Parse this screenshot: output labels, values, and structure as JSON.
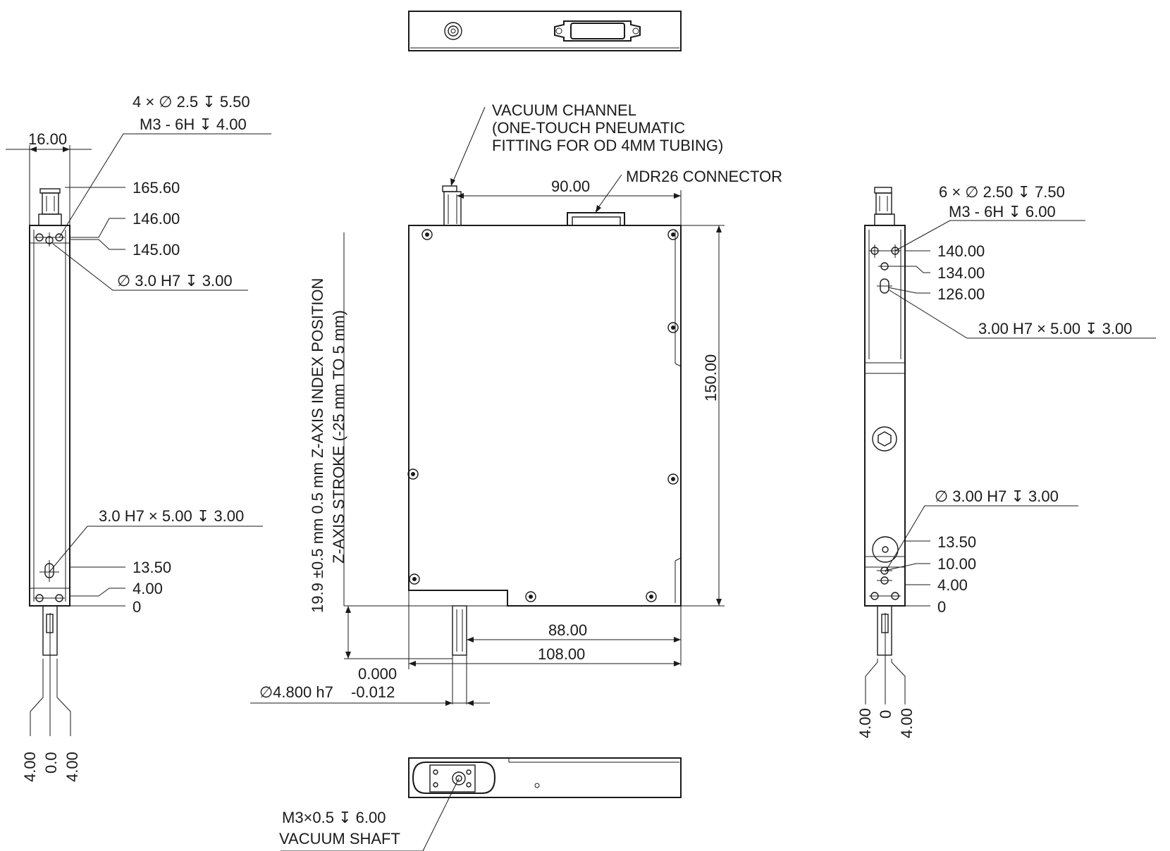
{
  "top_view": {},
  "left_view": {
    "width_dim": "16.00",
    "callout_holes_1": "4 × ∅ 2.5 ↧ 5.50",
    "callout_holes_2": "M3 - 6H ↧ 4.00",
    "dim_165": "165.60",
    "dim_146": "146.00",
    "dim_145": "145.00",
    "callout_pin": "∅ 3.0 H7 ↧ 3.00",
    "callout_slot": "3.0 H7 × 5.00 ↧ 3.00",
    "dim_1350": "13.50",
    "dim_400": "4.00",
    "dim_0": "0",
    "bottom_a": "4.00",
    "bottom_b": "0.0",
    "bottom_c": "4.00"
  },
  "front_view": {
    "vacuum_1": "VACUUM CHANNEL",
    "vacuum_2": "(ONE-TOUCH PNEUMATIC",
    "vacuum_3": "FITTING FOR OD 4MM TUBING)",
    "mdr": "MDR26 CONNECTOR",
    "dim_90": "90.00",
    "dim_150": "150.00",
    "dim_88": "88.00",
    "dim_108": "108.00",
    "shaft_dia": "∅4.800 h7",
    "tol_upper": "0.000",
    "tol_lower": "-0.012",
    "zaxis_1": "19.9 ±0.5 mm 0.5 mm  Z-AXIS INDEX POSITION",
    "zaxis_2": "Z-AXIS STROKE (-25 mm TO 5 mm)"
  },
  "right_view": {
    "callout_holes_1": "6 × ∅ 2.50 ↧ 7.50",
    "callout_holes_2": "M3 - 6H ↧ 6.00",
    "dim_140": "140.00",
    "dim_134": "134.00",
    "dim_126": "126.00",
    "callout_slot": "3.00 H7 × 5.00   ↧ 3.00",
    "callout_pin": "∅ 3.00 H7 ↧ 3.00",
    "dim_1350": "13.50",
    "dim_1000": "10.00",
    "dim_400": "4.00",
    "dim_0": "0",
    "bottom_a": "4.00",
    "bottom_b": "0",
    "bottom_c": "4.00"
  },
  "bottom_view": {
    "callout_1": "M3×0.5 ↧ 6.00",
    "callout_2": "VACUUM SHAFT"
  }
}
